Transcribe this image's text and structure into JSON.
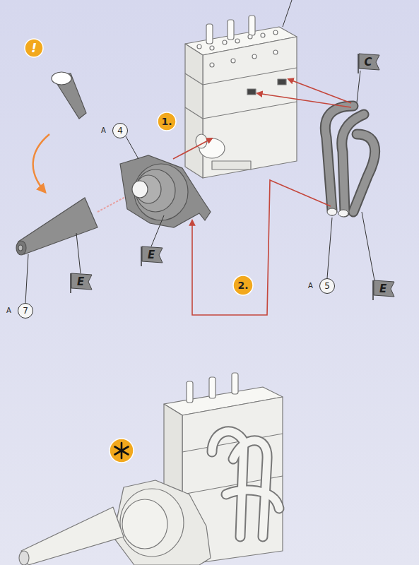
{
  "diagram": {
    "nodes": [
      {
        "text": [
          "!"
        ]
      },
      {
        "text": [
          "C"
        ]
      },
      {
        "text": [
          "A",
          "4"
        ]
      },
      {
        "text": [
          "1."
        ]
      },
      {
        "text": [
          "E"
        ]
      },
      {
        "text": [
          "E"
        ]
      },
      {
        "text": [
          "2."
        ]
      },
      {
        "text": [
          "A",
          "5"
        ]
      },
      {
        "text": [
          "E"
        ]
      },
      {
        "text": [
          "A",
          "7"
        ]
      }
    ]
  }
}
